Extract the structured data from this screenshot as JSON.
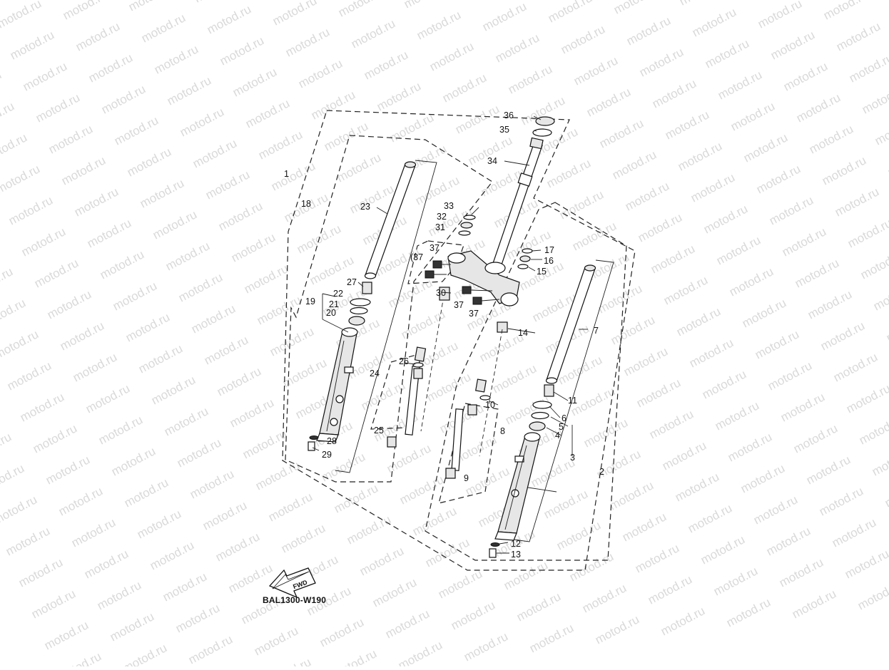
{
  "watermark": {
    "text": "motod.ru"
  },
  "diagram_code": "BAL1300-W190",
  "fwd_label": "FWD",
  "callouts": {
    "n1": "1",
    "n2": "2",
    "n3": "3",
    "n4": "4",
    "n5": "5",
    "n6": "6",
    "n7": "7",
    "n8": "8",
    "n9": "9",
    "n10": "10",
    "n11": "11",
    "n12": "12",
    "n13": "13",
    "n14": "14",
    "n15": "15",
    "n16": "16",
    "n17": "17",
    "n18": "18",
    "n19": "19",
    "n20": "20",
    "n21": "21",
    "n22": "22",
    "n23": "23",
    "n24": "24",
    "n25": "25",
    "n26": "26",
    "n27": "27",
    "n28": "28",
    "n29": "29",
    "n30": "30",
    "n31": "31",
    "n32": "32",
    "n33": "33",
    "n34": "34",
    "n35": "35",
    "n36": "36",
    "n37a": "37",
    "n37b": "(37",
    "n37c": "37",
    "n37d": "37"
  }
}
